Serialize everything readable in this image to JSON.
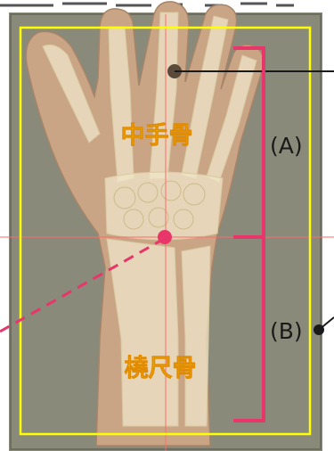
{
  "labels": {
    "metacarpal": "中手骨",
    "radius_ulna": "橈尺骨",
    "segment_a": "(A)",
    "segment_b": "(B)"
  },
  "colors": {
    "background": "#8a8a7a",
    "frame": "#ffff00",
    "marker": "#e8366a",
    "guideline": "#ff6a6a",
    "label_text": "#f5b400"
  }
}
